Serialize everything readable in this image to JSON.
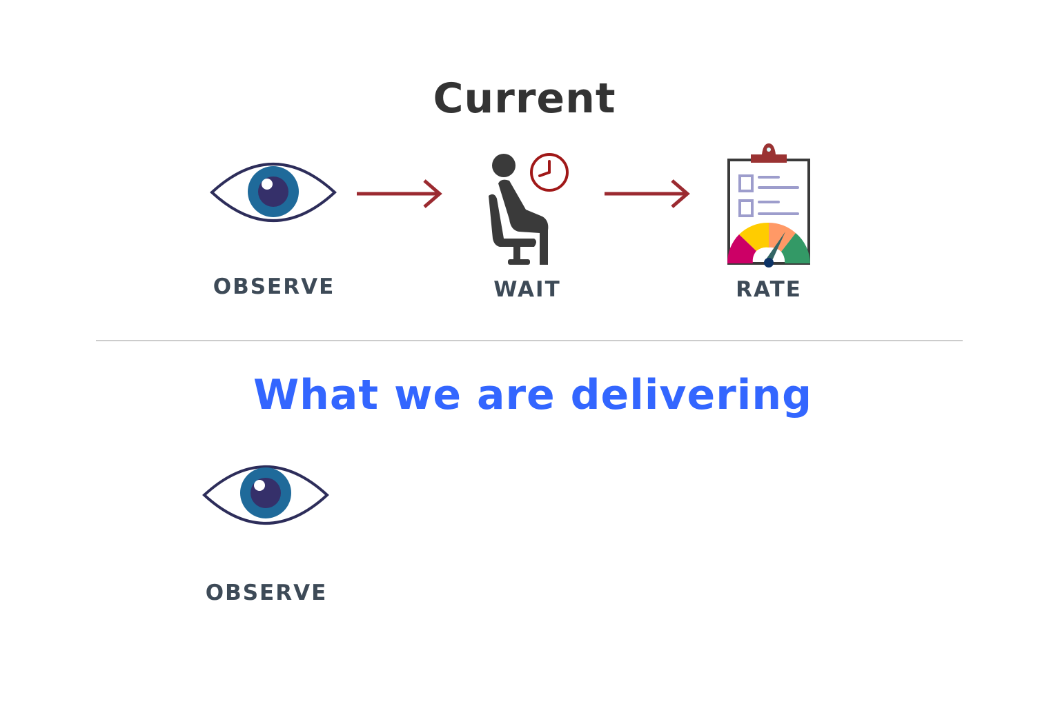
{
  "sections": {
    "current": {
      "title": "Current",
      "steps": [
        {
          "label": "OBSERVE",
          "icon": "eye-icon"
        },
        {
          "label": "WAIT",
          "icon": "waiting-person-clock-icon"
        },
        {
          "label": "RATE",
          "icon": "clipboard-gauge-icon"
        }
      ],
      "connectors": [
        "arrow-right-icon",
        "arrow-right-icon"
      ]
    },
    "delivering": {
      "title": "What we are delivering",
      "steps": [
        {
          "label": "OBSERVE",
          "icon": "eye-icon"
        }
      ]
    }
  },
  "colors": {
    "current_title": "#333333",
    "delivering_title": "#3366ff",
    "label": "#3d4a57",
    "arrow": "#9b2a30",
    "eye_outline": "#2d2d5a",
    "eye_iris": "#1f6a9a",
    "eye_pupil": "#35306a",
    "person": "#3a3a3a",
    "clock": "#a01818",
    "clipboard_clip": "#9a3232",
    "checklist": "#9d9dcc",
    "gauge": [
      "#cc0066",
      "#ffcc00",
      "#ff9966",
      "#339966"
    ],
    "needle": "#336666",
    "needle_hub": "#0d3366",
    "divider": "#cccccc"
  }
}
